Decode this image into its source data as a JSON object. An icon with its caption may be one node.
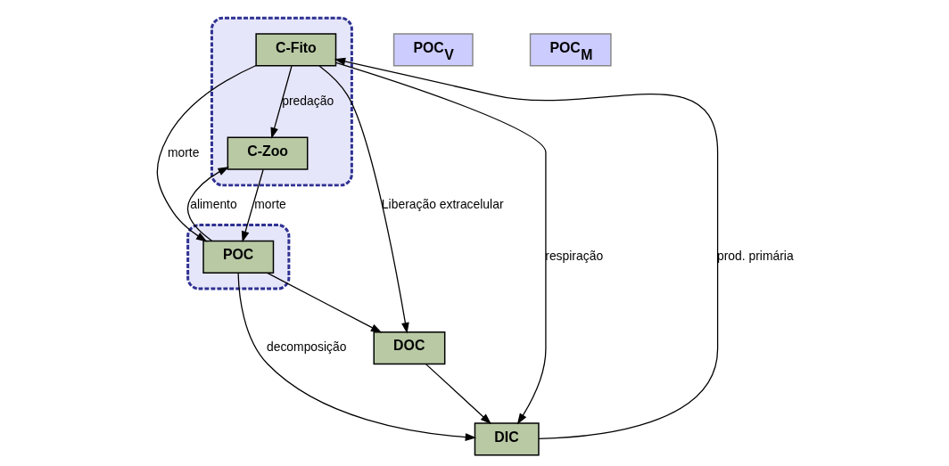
{
  "diagram": {
    "nodes": [
      {
        "text": [],
        "shape": "ellipse"
      },
      {
        "text": [
          "C-Fito"
        ],
        "in": 0
      },
      {
        "text": [
          "C-Zoo"
        ],
        "in": 0
      },
      {
        "text": [
          "DIC"
        ]
      },
      {
        "text": [
          "POC$_{V}$"
        ]
      },
      {
        "text": [],
        "shape": "ellipse"
      },
      {
        "text": [
          "POC"
        ],
        "in": 5
      },
      {
        "text": [
          "POC$_{M}$"
        ]
      },
      {
        "text": [
          "DOC"
        ]
      }
    ],
    "edges": [
      {
        "from": 1,
        "to": 3,
        "arrow": "to",
        "label": "respiração"
      },
      {
        "from": 3,
        "to": 1,
        "arrow": "to",
        "label": "prod. primária"
      },
      {
        "from": 1,
        "to": 2,
        "arrow": "to",
        "label": "predação"
      },
      {
        "from": 1,
        "to": 6,
        "arrow": "to",
        "label": "morte"
      },
      {
        "from": 1,
        "to": 8,
        "arrow": "to",
        "label": "Liberação extracelular"
      },
      {
        "from": 2,
        "to": 6,
        "arrow": "to",
        "label": "morte"
      },
      {
        "from": 6,
        "to": 2,
        "arrow": "to",
        "label": "alimento"
      },
      {
        "from": 6,
        "to": 3,
        "arrow": "to",
        "label": "decomposição"
      },
      {
        "from": 6,
        "to": 8,
        "arrow": "to"
      },
      {
        "from": 8,
        "to": 3,
        "arrow": "to"
      }
    ]
  }
}
